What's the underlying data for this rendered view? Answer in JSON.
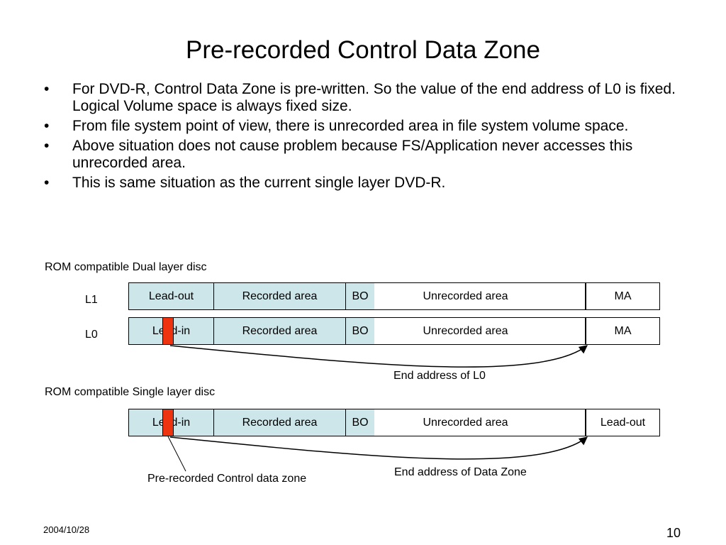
{
  "slide": {
    "title": "Pre-recorded Control Data Zone",
    "bullets": [
      "For DVD-R, Control Data Zone is pre-written. So the value of the end address of L0 is fixed. Logical Volume space is always fixed size.",
      "From file system point of view, there is unrecorded area in file system volume space.",
      "Above situation does not cause problem because FS/Application never accesses this unrecorded area.",
      "This is same situation as the current single layer DVD-R."
    ],
    "bullet_char": "•",
    "date": "2004/10/28",
    "page_number": "10"
  },
  "dual": {
    "heading": "ROM compatible Dual layer disc",
    "l1": {
      "label": "L1",
      "segments": [
        "Lead-out",
        "Recorded area",
        "BO",
        "Unrecorded area",
        "MA"
      ]
    },
    "l0": {
      "label": "L0",
      "segments": [
        "Lead-in",
        "Recorded area",
        "BO",
        "Unrecorded area",
        "MA"
      ]
    },
    "end_label": "End address of L0"
  },
  "single": {
    "heading": "ROM compatible Single layer disc",
    "segments": [
      "Lead-in",
      "Recorded area",
      "BO",
      "Unrecorded area",
      "Lead-out"
    ],
    "end_label": "End address of Data Zone",
    "pcz_label": "Pre-recorded Control data zone"
  },
  "colors": {
    "recorded_fill": "#cde6ea",
    "control_zone_fill": "#ee3311"
  }
}
